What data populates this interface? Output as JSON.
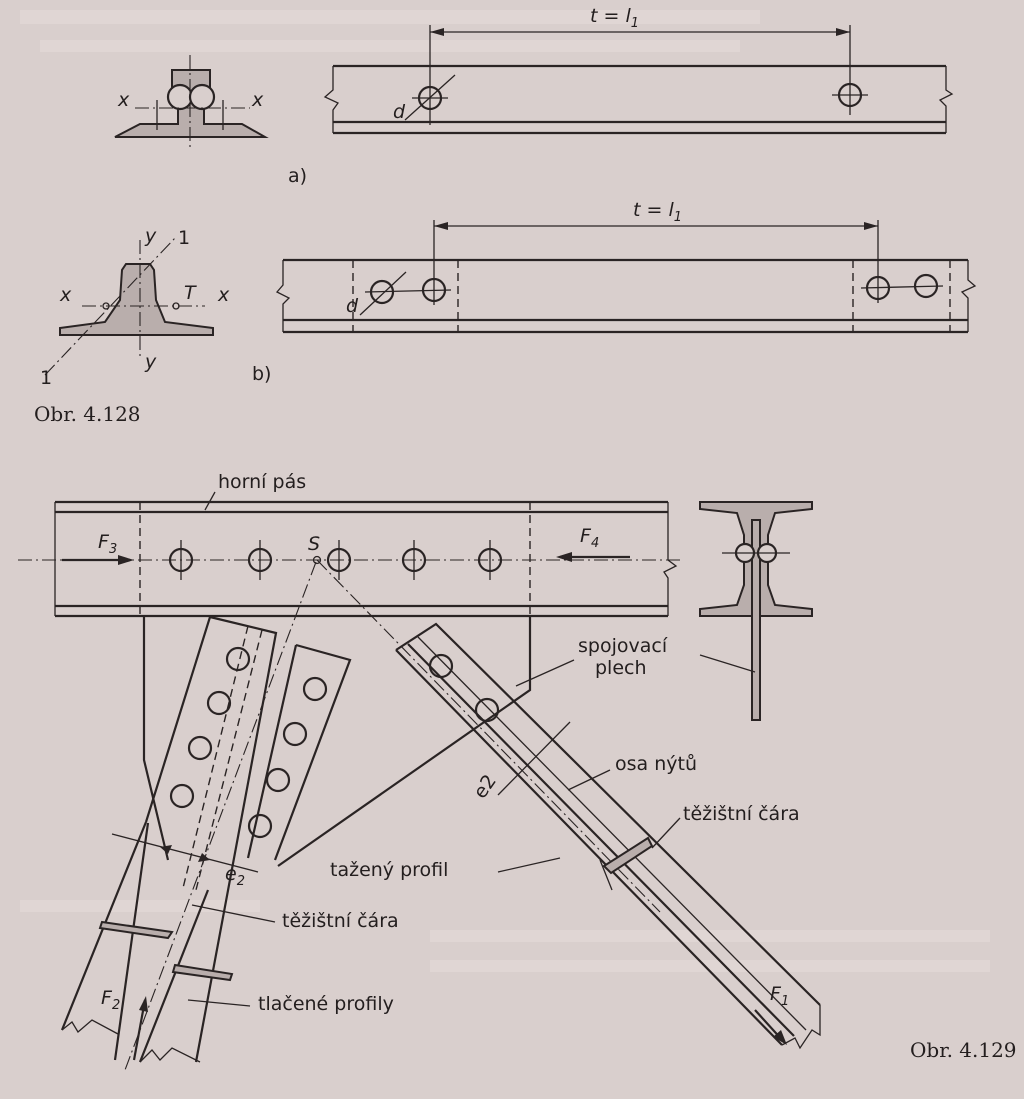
{
  "fig128": {
    "caption": "Obr. 4.128",
    "a": {
      "label": "a)",
      "dim": "t = l",
      "dim_sub": "1",
      "d": "d",
      "x_left": "x",
      "x_right": "x"
    },
    "b": {
      "label": "b)",
      "dim": "t = l",
      "dim_sub": "1",
      "d": "d",
      "x_left": "x",
      "x_right": "x",
      "y_top": "y",
      "y_bottom": "y",
      "one_top": "1",
      "one_bottom": "1",
      "T": "T"
    }
  },
  "fig129": {
    "caption": "Obr. 4.129",
    "horni_pas": "horní pás",
    "F3": "F",
    "F3_sub": "3",
    "F4": "F",
    "F4_sub": "4",
    "F1": "F",
    "F1_sub": "1",
    "F2": "F",
    "F2_sub": "2",
    "S": "S",
    "spojovaci_1": "spojovací",
    "spojovaci_2": "plech",
    "osa_nytu": "osa nýtů",
    "tezistni_right": "těžištní čára",
    "tazeny_profil": "tažený profil",
    "tezistni_left": "těžištní čára",
    "tlacene_profily": "tlačené profily",
    "e2_left": "e",
    "e2_left_sub": "2",
    "e2_right": "e2"
  },
  "colors": {
    "paper": "#d9cfcd",
    "ink": "#2a2424",
    "hatch": "#b9aeac"
  }
}
